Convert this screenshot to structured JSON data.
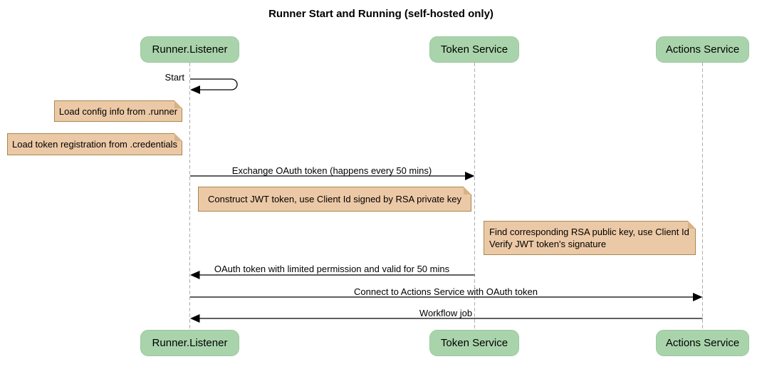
{
  "diagram": {
    "title": "Runner Start and Running (self-hosted only)",
    "participants": [
      {
        "label": "Runner.Listener"
      },
      {
        "label": "Token Service"
      },
      {
        "label": "Actions Service"
      }
    ],
    "messages": [
      {
        "label": "Start",
        "from": "Runner.Listener",
        "to": "Runner.Listener",
        "kind": "self"
      },
      {
        "label": "Exchange OAuth token (happens every 50 mins)",
        "from": "Runner.Listener",
        "to": "Token Service",
        "kind": "solid"
      },
      {
        "label": "OAuth token with limited permission and valid for 50 mins",
        "from": "Token Service",
        "to": "Runner.Listener",
        "kind": "solid"
      },
      {
        "label": "Connect to Actions Service with OAuth token",
        "from": "Runner.Listener",
        "to": "Actions Service",
        "kind": "solid"
      },
      {
        "label": "Workflow job",
        "from": "Actions Service",
        "to": "Runner.Listener",
        "kind": "solid"
      }
    ],
    "notes": [
      {
        "position": "left of Runner.Listener",
        "lines": [
          "Load config info from .runner"
        ]
      },
      {
        "position": "left of Runner.Listener",
        "lines": [
          "Load token registration from .credentials"
        ]
      },
      {
        "position": "between Runner.Listener and Token Service",
        "lines": [
          "Construct JWT token, use Client Id signed by RSA private key"
        ]
      },
      {
        "position": "between Token Service and Actions Service",
        "lines": [
          "Find corresponding RSA public key, use Client Id",
          "Verify JWT token's signature"
        ]
      }
    ],
    "colors": {
      "participant_fill": "#A9D4AB",
      "note_fill": "#ECC9A6",
      "note_border": "#A8874F",
      "lifeline": "#ADADAD",
      "arrow": "#000000",
      "background": "#FFFFFF"
    }
  }
}
